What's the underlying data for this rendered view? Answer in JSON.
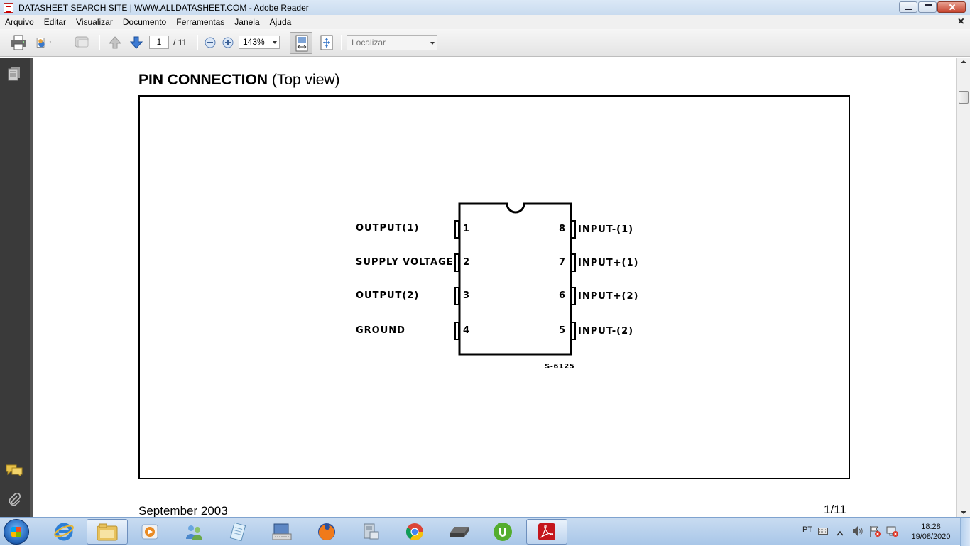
{
  "window": {
    "title": "DATASHEET SEARCH SITE | WWW.ALLDATASHEET.COM - Adobe Reader"
  },
  "menu": {
    "items": [
      "Arquivo",
      "Editar",
      "Visualizar",
      "Documento",
      "Ferramentas",
      "Janela",
      "Ajuda"
    ],
    "close_label": "×"
  },
  "toolbar": {
    "page_current": "1",
    "page_total": "/ 11",
    "zoom": "143%",
    "find_placeholder": "Localizar"
  },
  "document": {
    "heading_bold": "PIN CONNECTION",
    "heading_normal": " (Top view)",
    "footer_date": "September 2003",
    "footer_page": "1/11",
    "diagram": {
      "code": "S-6125",
      "left_pins": [
        {
          "num": "1",
          "label": "OUTPUT(1)"
        },
        {
          "num": "2",
          "label": "SUPPLY VOLTAGE"
        },
        {
          "num": "3",
          "label": "OUTPUT(2)"
        },
        {
          "num": "4",
          "label": "GROUND"
        }
      ],
      "right_pins": [
        {
          "num": "8",
          "label": "INPUT-(1)"
        },
        {
          "num": "7",
          "label": "INPUT+(1)"
        },
        {
          "num": "6",
          "label": "INPUT+(2)"
        },
        {
          "num": "5",
          "label": "INPUT-(2)"
        }
      ]
    }
  },
  "taskbar": {
    "language": "PT",
    "time": "18:28",
    "date": "19/08/2020"
  }
}
